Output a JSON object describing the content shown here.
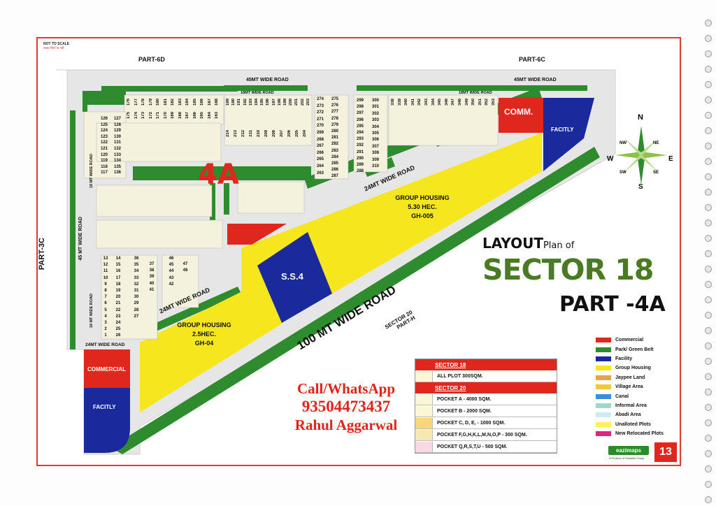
{
  "page": {
    "not_to_scale": "NOT TO SCALE",
    "not_to_scale_hi": "नक्शा पैमाने पर नहीं",
    "page_number": "13"
  },
  "parts": {
    "top_left": "PART-6D",
    "top_right": "PART-6C",
    "left": "PART-3C",
    "sector20": "SECTOR 20",
    "sector20_part": "PART-H"
  },
  "roads": {
    "top45": "45MT WIDE ROAD",
    "top45_right": "45MT WIDE ROAD",
    "left45": "45 MT WIDE ROAD",
    "r18_top": "18MT WIDE ROAD",
    "r18_top_right": "18MT WIDE ROAD",
    "r18_left": "18 MT WIDE ROAD",
    "r18_left2": "18 MT WIDE ROAD",
    "r24_upper": "24MT WIDE ROAD",
    "r24_lower": "24MT WIDE ROAD",
    "r24_bottom": "24MT WIDE ROAD",
    "r100": "100 MT WIDE ROAD"
  },
  "areas": {
    "comm_top": "COMM.",
    "facility_top": "FACITLY",
    "commercial_left": "COMMERCIAL",
    "facility_left": "FACITLY",
    "ss4": "S.S.4",
    "block_label": "4A",
    "gh1_line1": "GROUP HOUSING",
    "gh1_line2": "5.30 HEC.",
    "gh1_line3": "GH-005",
    "gh2_line1": "GROUP HOUSING",
    "gh2_line2": "2.5HEC.",
    "gh2_line3": "GH-04"
  },
  "compass": {
    "n": "N",
    "s": "S",
    "e": "E",
    "w": "W",
    "ne": "NE",
    "nw": "NW",
    "se": "SE",
    "sw": "SW"
  },
  "title": {
    "layout": "LAYOUT",
    "plan_of": "Plan of",
    "sector": "SECTOR 18",
    "part": "PART -4A"
  },
  "contact": {
    "line1": "Call/WhatsApp",
    "phone": "93504473437",
    "name": "Rahul Aggarwal"
  },
  "legend": [
    {
      "label": "Commercial",
      "color": "#e0271d"
    },
    {
      "label": "Park/ Green Belt",
      "color": "#2e8b2e"
    },
    {
      "label": "Facility",
      "color": "#1a2a9c"
    },
    {
      "label": "Group Housing",
      "color": "#f5e61e"
    },
    {
      "label": "Jaypee Land",
      "color": "#e8a34a"
    },
    {
      "label": "Village Area",
      "color": "#f0c93c"
    },
    {
      "label": "Canal",
      "color": "#3a8fd8"
    },
    {
      "label": "Informal Area",
      "color": "#9fd8c8"
    },
    {
      "label": "Abadi Area",
      "color": "#cfe9f5"
    },
    {
      "label": "Unalloted Plots",
      "color": "#fff25a"
    },
    {
      "label": "New Relocated Plots",
      "color": "#e2237b"
    }
  ],
  "plot_table": {
    "sector18_title": "SECTOR 18",
    "sector18_rows": [
      {
        "label": "ALL PLOT  300SQM.",
        "color": "#fbf6d8"
      }
    ],
    "sector20_title": "SECTOR 20",
    "sector20_rows": [
      {
        "label": "POCKET A   - 4000 SQM.",
        "color": "#fbf6d8"
      },
      {
        "label": "POCKET B   - 2000 SQM.",
        "color": "#fbf6d8"
      },
      {
        "label": "POCKET C, D, E, - 1000 SQM.",
        "color": "#f7d77a"
      },
      {
        "label": "POCKET  F,G,H,K,L,M,N,O,P  - 300 SQM.",
        "color": "#f5e9b0"
      },
      {
        "label": "POCKET Q,R,S,T,U  - 500 SQM.",
        "color": "#f6d9e4"
      }
    ]
  },
  "brand": {
    "logo": "eazimaps",
    "sub": "A Product of Sanskriti Group"
  },
  "plots": {
    "top_row_a": [
      "176",
      "177",
      "178",
      "179",
      "180",
      "181",
      "182",
      "183",
      "184",
      "185",
      "186",
      "187",
      "188"
    ],
    "top_row_b": [
      "175",
      "174",
      "173",
      "172",
      "171",
      "170",
      "169",
      "168",
      "167",
      "166",
      "165",
      "164",
      "163"
    ],
    "mid_row_a": [
      "189",
      "190",
      "191",
      "192",
      "193",
      "194",
      "195",
      "196",
      "197",
      "198",
      "199",
      "200",
      "201",
      "202",
      "203"
    ],
    "mid_row_b": [
      "214",
      "213",
      "212",
      "211",
      "210",
      "209",
      "208",
      "207",
      "206",
      "205",
      "204"
    ],
    "col_a": [
      "274",
      "273",
      "272",
      "271",
      "270",
      "269",
      "268",
      "267",
      "266",
      "265",
      "264",
      "263"
    ],
    "col_b": [
      "275",
      "276",
      "277",
      "278",
      "279",
      "280",
      "281",
      "282",
      "283",
      "284",
      "285",
      "286",
      "287"
    ],
    "col_c": [
      "299",
      "298",
      "297",
      "296",
      "295",
      "294",
      "293",
      "292",
      "291",
      "290",
      "289",
      "288"
    ],
    "col_d": [
      "300",
      "301",
      "302",
      "303",
      "304",
      "305",
      "306",
      "307",
      "308",
      "309",
      "310"
    ],
    "right_row": [
      "338",
      "339",
      "340",
      "341",
      "342",
      "343",
      "344",
      "345",
      "346",
      "347",
      "348",
      "349",
      "350",
      "351",
      "352",
      "353"
    ],
    "left_col_a": [
      "126",
      "125",
      "124",
      "123",
      "122",
      "121",
      "120",
      "119",
      "118",
      "117"
    ],
    "left_col_b": [
      "127",
      "128",
      "129",
      "130",
      "131",
      "132",
      "133",
      "134",
      "135",
      "136"
    ],
    "low_col_a": [
      "13",
      "12",
      "11",
      "10",
      "9",
      "8",
      "7",
      "6",
      "5",
      "4",
      "3",
      "2",
      "1"
    ],
    "low_col_b": [
      "14",
      "15",
      "16",
      "17",
      "18",
      "19",
      "20",
      "21",
      "22",
      "23",
      "24",
      "25",
      "26"
    ],
    "low_col_c": [
      "36",
      "35",
      "34",
      "33",
      "32",
      "31",
      "30",
      "29",
      "28",
      "27"
    ],
    "low_col_d": [
      "37",
      "38",
      "39",
      "40",
      "41"
    ],
    "low_col_e": [
      "46",
      "45",
      "44",
      "43",
      "42"
    ],
    "low_col_f": [
      "47",
      "48"
    ]
  }
}
